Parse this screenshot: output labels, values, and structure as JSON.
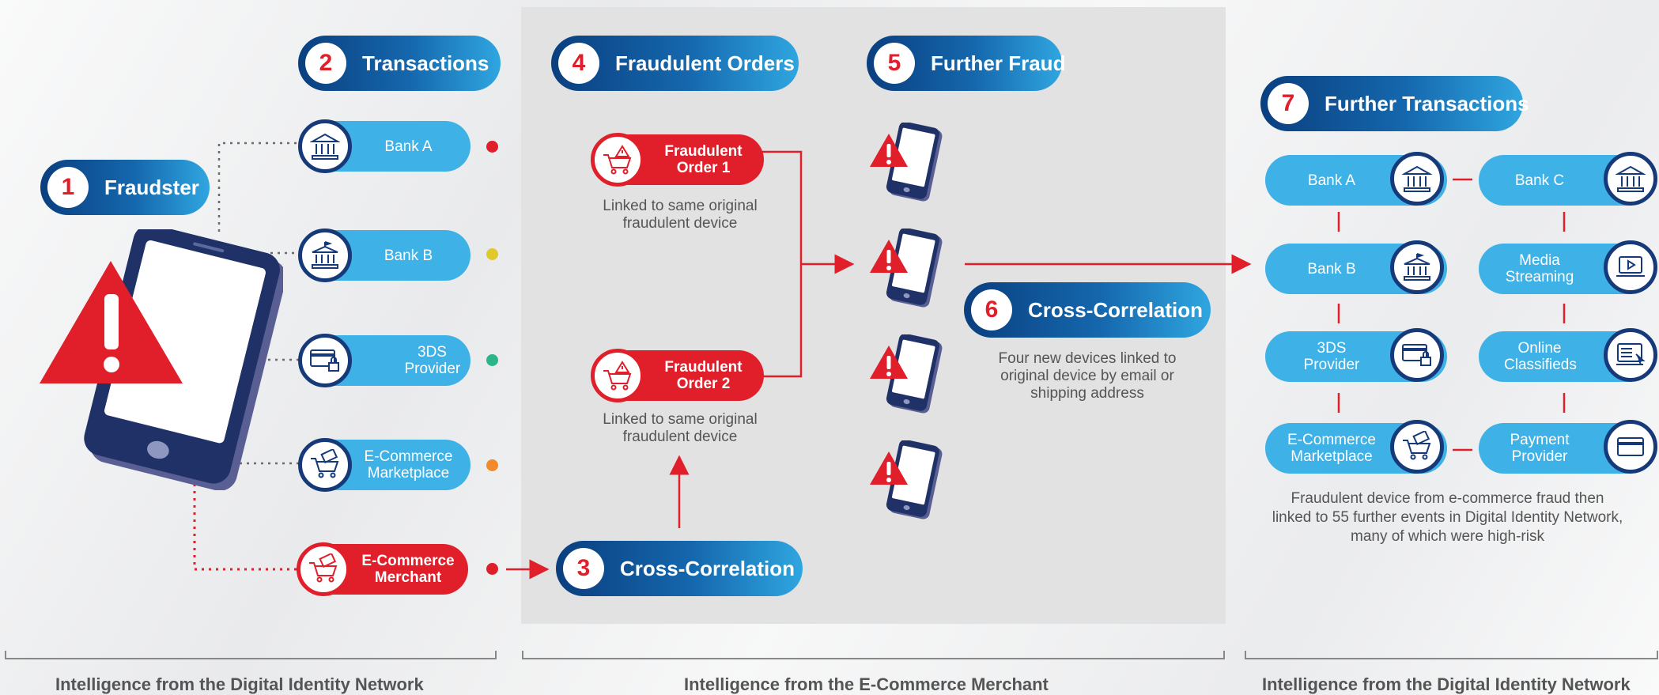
{
  "steps": {
    "s1": {
      "num": "1",
      "label": "Fraudster"
    },
    "s2": {
      "num": "2",
      "label": "Transactions"
    },
    "s3": {
      "num": "3",
      "label": "Cross-Correlation"
    },
    "s4": {
      "num": "4",
      "label": "Fraudulent Orders"
    },
    "s5": {
      "num": "5",
      "label": "Further Fraud"
    },
    "s6": {
      "num": "6",
      "label": "Cross-Correlation"
    },
    "s7": {
      "num": "7",
      "label": "Further Transactions"
    }
  },
  "transactions": [
    {
      "label": "Bank A",
      "icon": "bank-icon",
      "dot_color": "#e01f2b"
    },
    {
      "label": "Bank B",
      "icon": "bank-flag-icon",
      "dot_color": "#e0c92b"
    },
    {
      "label": "3DS Provider",
      "icon": "card-lock-icon",
      "dot_color": "#2bb58a"
    },
    {
      "label": "E-Commerce Marketplace",
      "icon": "cart-card-icon",
      "dot_color": "#f08a2b"
    },
    {
      "label": "E-Commerce Merchant",
      "icon": "cart-card-icon",
      "dot_color": "#e01f2b"
    }
  ],
  "orders": [
    {
      "label": "Fraudulent Order 1",
      "caption": "Linked to same original fraudulent device",
      "icon": "cart-alert-icon"
    },
    {
      "label": "Fraudulent Order 2",
      "caption": "Linked to same original fraudulent device",
      "icon": "cart-alert-icon"
    }
  ],
  "cross6_caption": "Four new devices linked to original device by email or shipping address",
  "further_transactions": {
    "left": [
      {
        "label": "Bank A",
        "icon": "bank-icon"
      },
      {
        "label": "Bank B",
        "icon": "bank-flag-icon"
      },
      {
        "label": "3DS Provider",
        "icon": "card-lock-icon"
      },
      {
        "label": "E-Commerce Marketplace",
        "icon": "cart-card-icon"
      }
    ],
    "right": [
      {
        "label": "Bank C",
        "icon": "bank-icon"
      },
      {
        "label": "Media Streaming",
        "icon": "laptop-play-icon"
      },
      {
        "label": "Online Classifieds",
        "icon": "laptop-cursor-icon"
      },
      {
        "label": "Payment Provider",
        "icon": "card-icon"
      }
    ],
    "caption": "Fraudulent device from e-commerce fraud then linked to 55 further events in Digital Identity Network, many of which were high-risk"
  },
  "footers": [
    "Intelligence from the Digital Identity Network",
    "Intelligence from the E-Commerce Merchant",
    "Intelligence from the Digital Identity Network"
  ],
  "colors": {
    "navy": "#0a3f7f",
    "blue": "#3eb1e6",
    "red": "#e01f2b"
  }
}
